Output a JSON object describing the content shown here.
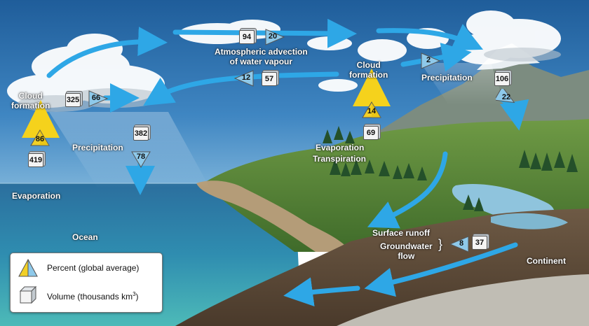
{
  "labels": {
    "cloud_formation_left": [
      "Cloud",
      "formation"
    ],
    "cloud_formation_right": [
      "Cloud",
      "formation"
    ],
    "atmospheric_advection": [
      "Atmospheric advection",
      "of water vapour"
    ],
    "precipitation_left": "Precipitation",
    "precipitation_right": "Precipitation",
    "evaporation_ocean": "Evaporation",
    "evaporation_land": "Evaporation",
    "transpiration": "Transpiration",
    "surface_runoff": "Surface runoff",
    "groundwater_flow": [
      "Groundwater",
      "flow"
    ],
    "ocean": "Ocean",
    "continent": "Continent"
  },
  "values": {
    "ocean_evaporation_percent": "86",
    "ocean_evaporation_volume": "419",
    "ocean_cloud_volume": "325",
    "ocean_cloud_percent": "66",
    "ocean_precipitation_volume": "382",
    "ocean_precipitation_percent": "78",
    "advection_volume": "94",
    "advection_percent": "20",
    "return_advection_percent": "12",
    "return_advection_volume": "57",
    "land_evaporation_percent": "14",
    "land_evaporation_volume": "69",
    "land_cloud_percent": "2",
    "land_precipitation_volume": "106",
    "land_precipitation_percent": "22",
    "runoff_percent": "8",
    "runoff_volume": "37"
  },
  "legend": {
    "percent_label": "Percent (global average)",
    "volume_label_prefix": "Volume (thousands km",
    "volume_label_sup": "3",
    "volume_label_suffix": ")"
  },
  "colors": {
    "flow_arrow": "#2ea7e6",
    "evaporation_arrow": "#f5d21c",
    "percent_icon_yellow": "#f2d027",
    "percent_icon_blue": "#8ec9ea"
  }
}
